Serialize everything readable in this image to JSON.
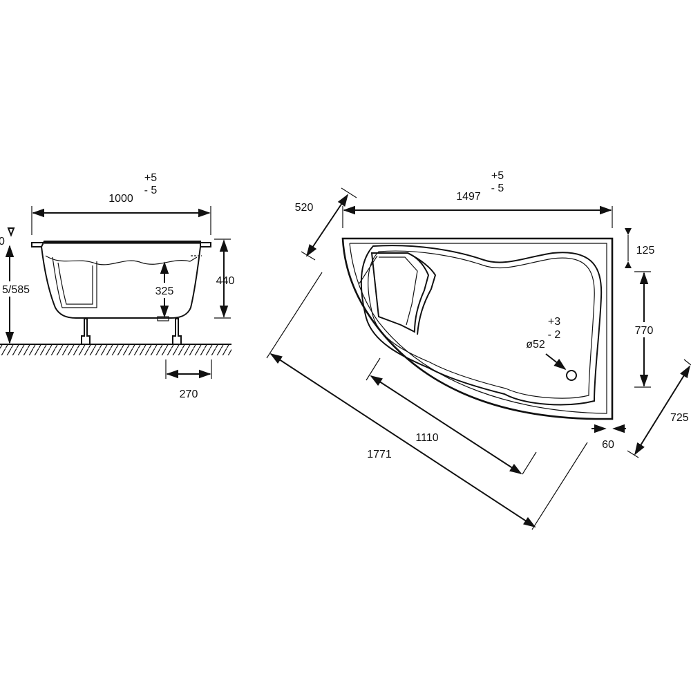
{
  "side_view": {
    "width": "1000",
    "tol_plus": "+5",
    "tol_minus": "- 5",
    "height_total": "440",
    "depth_inner": "325",
    "leg_spacing": "270",
    "height_pair": "5/585",
    "left_label": "0"
  },
  "top_view": {
    "length": "1497",
    "tol_plus": "+5",
    "tol_minus": "- 5",
    "diag_short": "520",
    "rim_top": "125",
    "right_edge": "770",
    "diag_right": "725",
    "offset_bottom": "60",
    "inner_length": "1110",
    "overall_diag": "1771",
    "drain_tol_plus": "+3",
    "drain_tol_minus": "- 2",
    "drain_diameter": "ø52"
  },
  "colors": {
    "line": "#111111",
    "background": "#ffffff"
  }
}
